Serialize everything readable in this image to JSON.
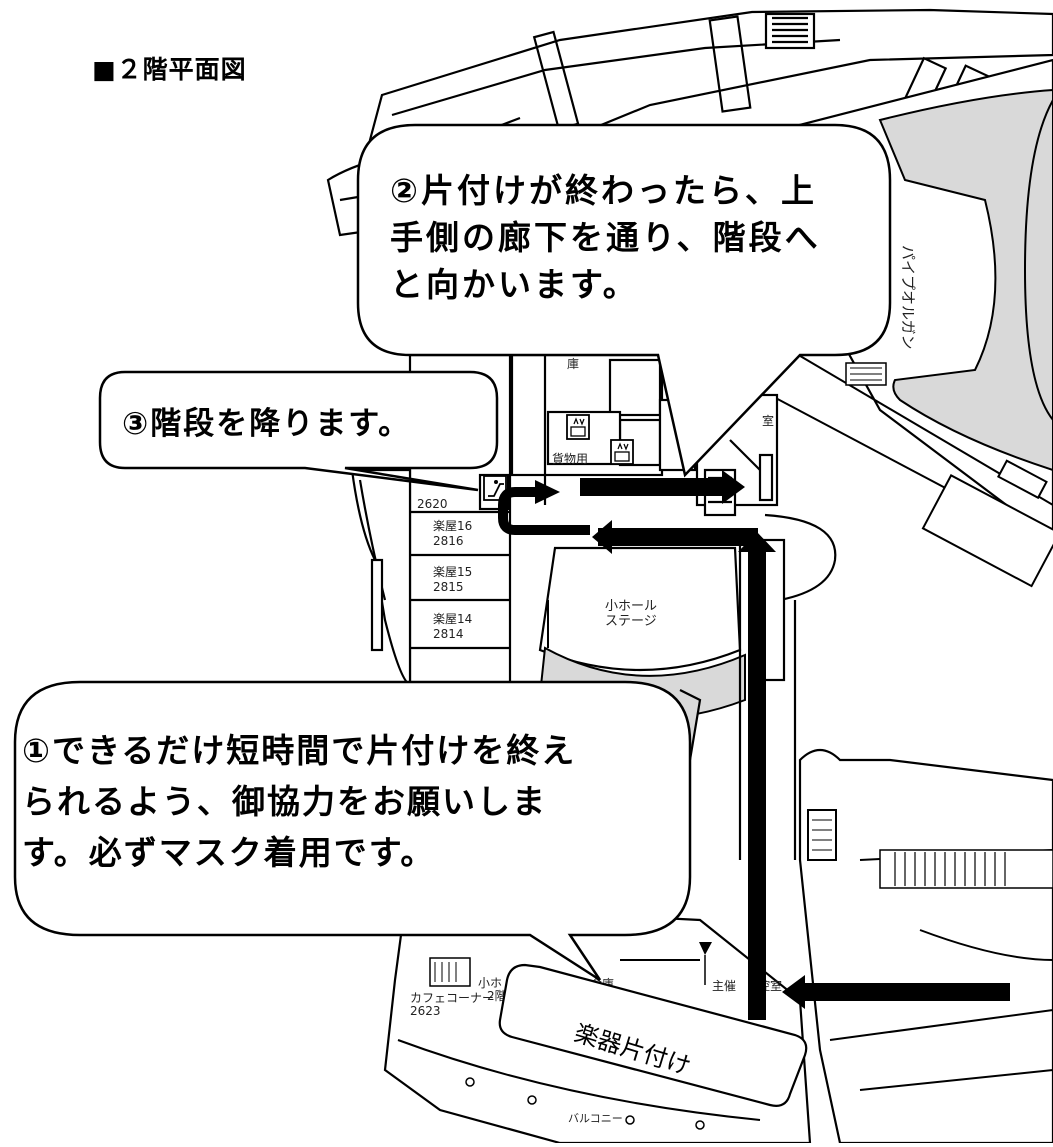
{
  "page_title": "■２階平面図",
  "map_labels": {
    "room_2620": "2620",
    "room_16_name": "楽屋16",
    "room_16_num": "2816",
    "room_15_name": "楽屋15",
    "room_15_num": "2815",
    "room_14_name": "楽屋14",
    "room_14_num": "2814",
    "freight_elevator": "貨物用",
    "storage_top": "庫",
    "room_suffix": "室",
    "small_hall_stage_line1": "小ホール",
    "small_hall_stage_line2": "ステージ",
    "pipe_organ": "パイプオルガン",
    "cafe_corner": "カフェコーナー",
    "cafe_num": "2623",
    "small_hall_2f": "小ホ",
    "floor_2": "2階",
    "storage_bottom": "倉庫",
    "organizer_room": "主催",
    "organizer_room_suffix": "控室",
    "small_hall": "小ホール",
    "balcony": "バルコニー"
  },
  "callouts": {
    "step1_lines": [
      "①できるだけ短時間で片付けを終え",
      "られるよう、御協力をお願いしま",
      "す。必ずマスク着用です。"
    ],
    "step2_lines": [
      "②片付けが終わったら、上",
      "手側の廊下を通り、階段へ",
      "と向かいます。"
    ],
    "step3": "③階段を降ります。"
  },
  "tag": "楽器片付け",
  "colors": {
    "arrow": "#000000",
    "seat_area": "#d9d9d9",
    "wall": "#000000",
    "background": "#ffffff"
  },
  "icons": [
    "stairs-icon",
    "elevator-icon",
    "escalator-icon",
    "route-arrow"
  ]
}
